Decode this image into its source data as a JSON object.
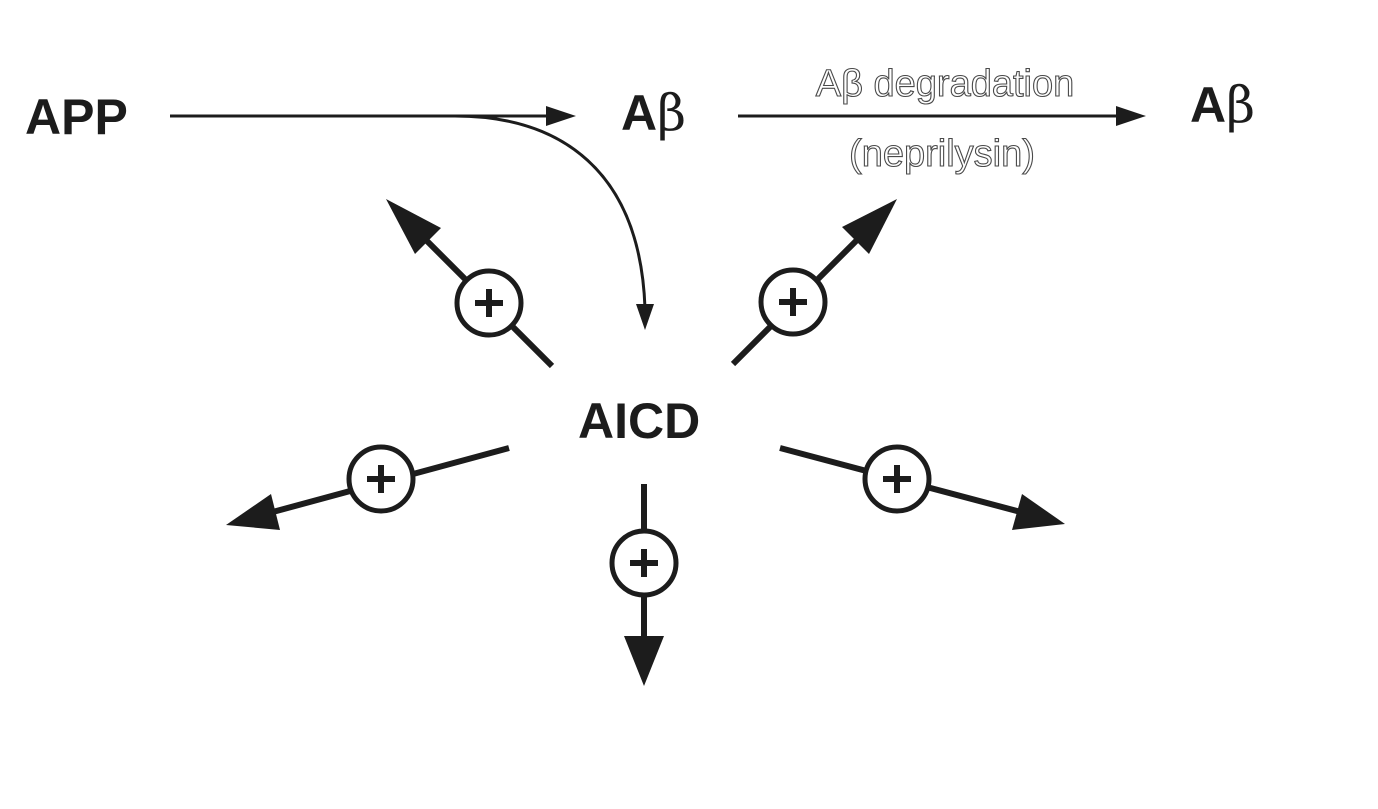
{
  "diagram": {
    "nodes": {
      "app": {
        "text": "APP"
      },
      "abeta": {
        "prefix": "A",
        "beta": "β"
      },
      "abeta_right": {
        "prefix": "A",
        "beta": "β"
      },
      "aicd": {
        "text": "AICD"
      }
    },
    "edges": {
      "degradation_label": "Aβ degradation",
      "degradation_enzyme": "(neprilysin)",
      "plus_symbol": "+"
    }
  },
  "colors": {
    "ink": "#1c1c1c",
    "outline_text": "#4a4a4a",
    "background": "#ffffff"
  }
}
